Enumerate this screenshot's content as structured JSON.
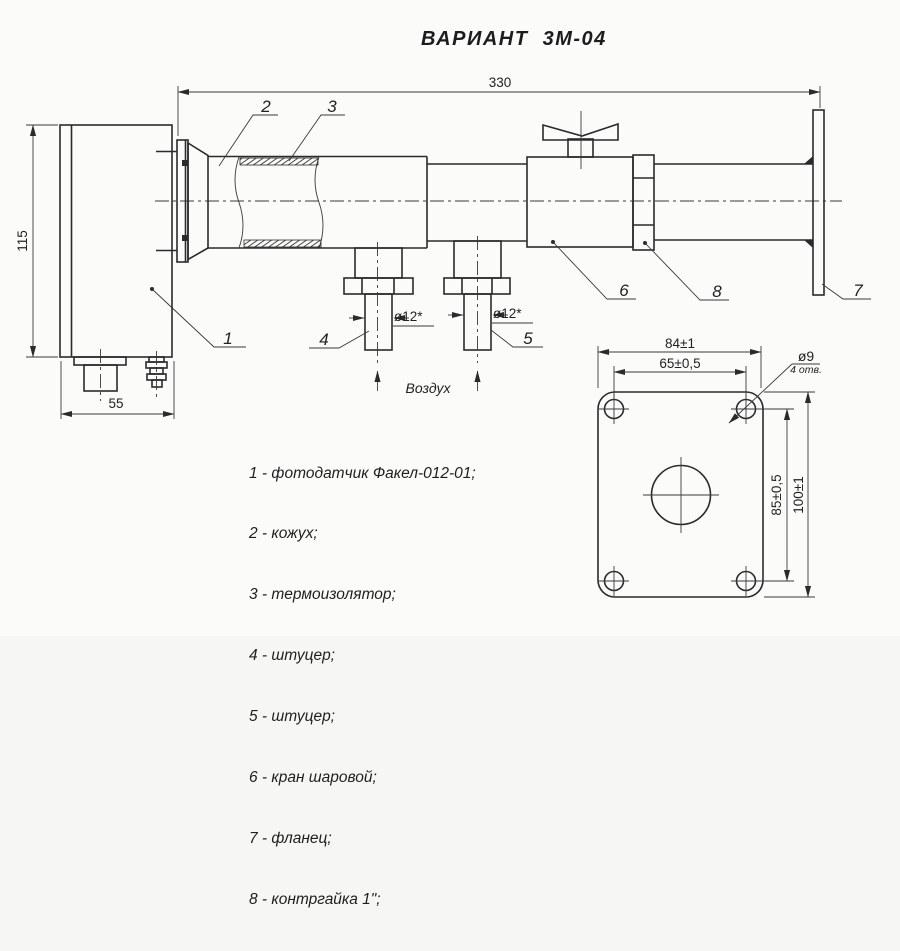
{
  "title": "ВАРИАНТ  3М-04",
  "drawing": {
    "dim_overall": "330",
    "dim_height": "115",
    "dim_width": "55",
    "dim_fitting4": "ø12*",
    "dim_fitting5": "ø12*",
    "air_label": "Воздух",
    "callouts": [
      "1",
      "2",
      "3",
      "4",
      "5",
      "6",
      "7",
      "8"
    ]
  },
  "flange_view": {
    "dim_outer_width": "84±1",
    "dim_holes_h": "65±0,5",
    "dim_holes_v": "85±0,5",
    "dim_outer_height": "100±1",
    "hole_dia": "ø9",
    "hole_count": "4 отв."
  },
  "legend": {
    "items": [
      {
        "text": "1 - фотодатчик Факел-012-01;"
      },
      {
        "text": "2 - кожух;"
      },
      {
        "text": "3 - термоизолятор;"
      },
      {
        "text": "4 - штуцер;"
      },
      {
        "text": "5 - штуцер;"
      },
      {
        "text": "6 - кран шаровой;"
      },
      {
        "text": "7 - фланец;"
      },
      {
        "text": "8 - контргайка 1\";"
      }
    ]
  },
  "colors": {
    "line": "#2b2b2b",
    "background": "#fbfbfa"
  }
}
